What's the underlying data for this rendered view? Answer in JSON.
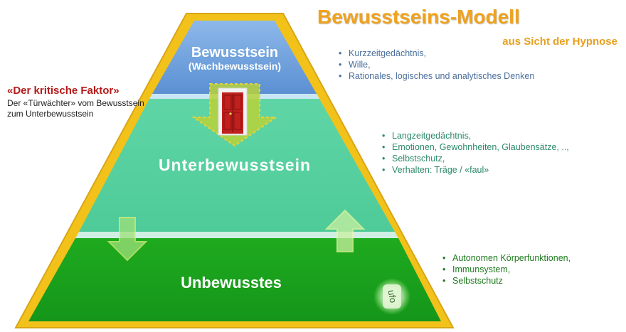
{
  "title": "Bewusstseins-Modell",
  "subtitle": "aus Sicht der Hypnose",
  "critical_factor": {
    "title": "«Der kritische Faktor»",
    "description": "Der «Türwächter» vom Bewusstsein zum Unterbewusstsein"
  },
  "layers": {
    "bewusstsein": {
      "label": "Bewusstsein",
      "sublabel": "(Wachbewusstsein)",
      "color": "#6fa3dc",
      "items": [
        "Kurzzeitgedächtnis,",
        "Wille,",
        "Rationales, logisches und analytisches Denken"
      ]
    },
    "unterbewusstsein": {
      "label": "Unterbewusstsein",
      "color": "#55cfa0",
      "items": [
        "Langzeitgedächtnis,",
        "Emotionen, Gewohnheiten, Glaubensätze, ..,",
        "Selbstschutz,",
        "Verhalten: Träge / «faul»"
      ]
    },
    "unbewusstes": {
      "label": "Unbewusstes",
      "color": "#1fae1f",
      "items": [
        "Autonomen Körperfunktionen,",
        "Immunsystem,",
        "Selbstschutz"
      ]
    }
  },
  "ufo_text": "ufo",
  "colors": {
    "frame": "#f2c21a",
    "title": "#f0a21c",
    "door": "#c0201e"
  }
}
